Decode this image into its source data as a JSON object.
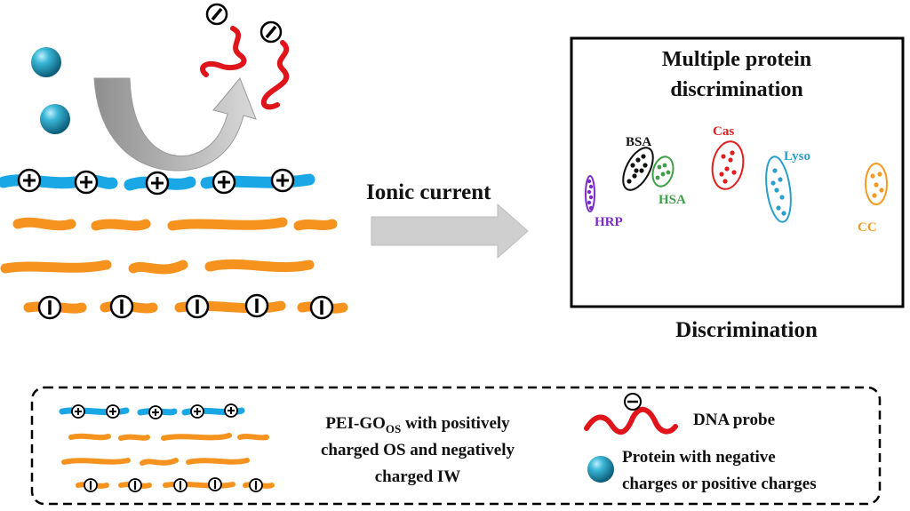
{
  "process": {
    "label": "Ionic current"
  },
  "result_panel": {
    "title_line1": "Multiple protein",
    "title_line2": "discrimination",
    "caption": "Discrimination",
    "groups": [
      {
        "name": "BSA",
        "color": "#111111"
      },
      {
        "name": "HSA",
        "color": "#3f9f48"
      },
      {
        "name": "Cas",
        "color": "#e01e1e"
      },
      {
        "name": "Lyso",
        "color": "#2a9fc9"
      },
      {
        "name": "HRP",
        "color": "#7a2cc8"
      },
      {
        "name": "CC",
        "color": "#f39a22"
      }
    ]
  },
  "legend": {
    "membrane_line1": "PEI-GO",
    "membrane_subscript": "OS",
    "membrane_line1_rest": " with  positively",
    "membrane_line2": "charged OS and negatively",
    "membrane_line3": "charged IW",
    "dna_label": "DNA probe",
    "protein_line1": "Protein with negative",
    "protein_line2": "charges or positive charges"
  },
  "colors": {
    "positive_layer": "#1aa7e6",
    "inner_layer": "#f6921e",
    "dna": "#e0151c",
    "protein": "#1d8fb0",
    "arrow_gray": "#bdbdbd"
  }
}
